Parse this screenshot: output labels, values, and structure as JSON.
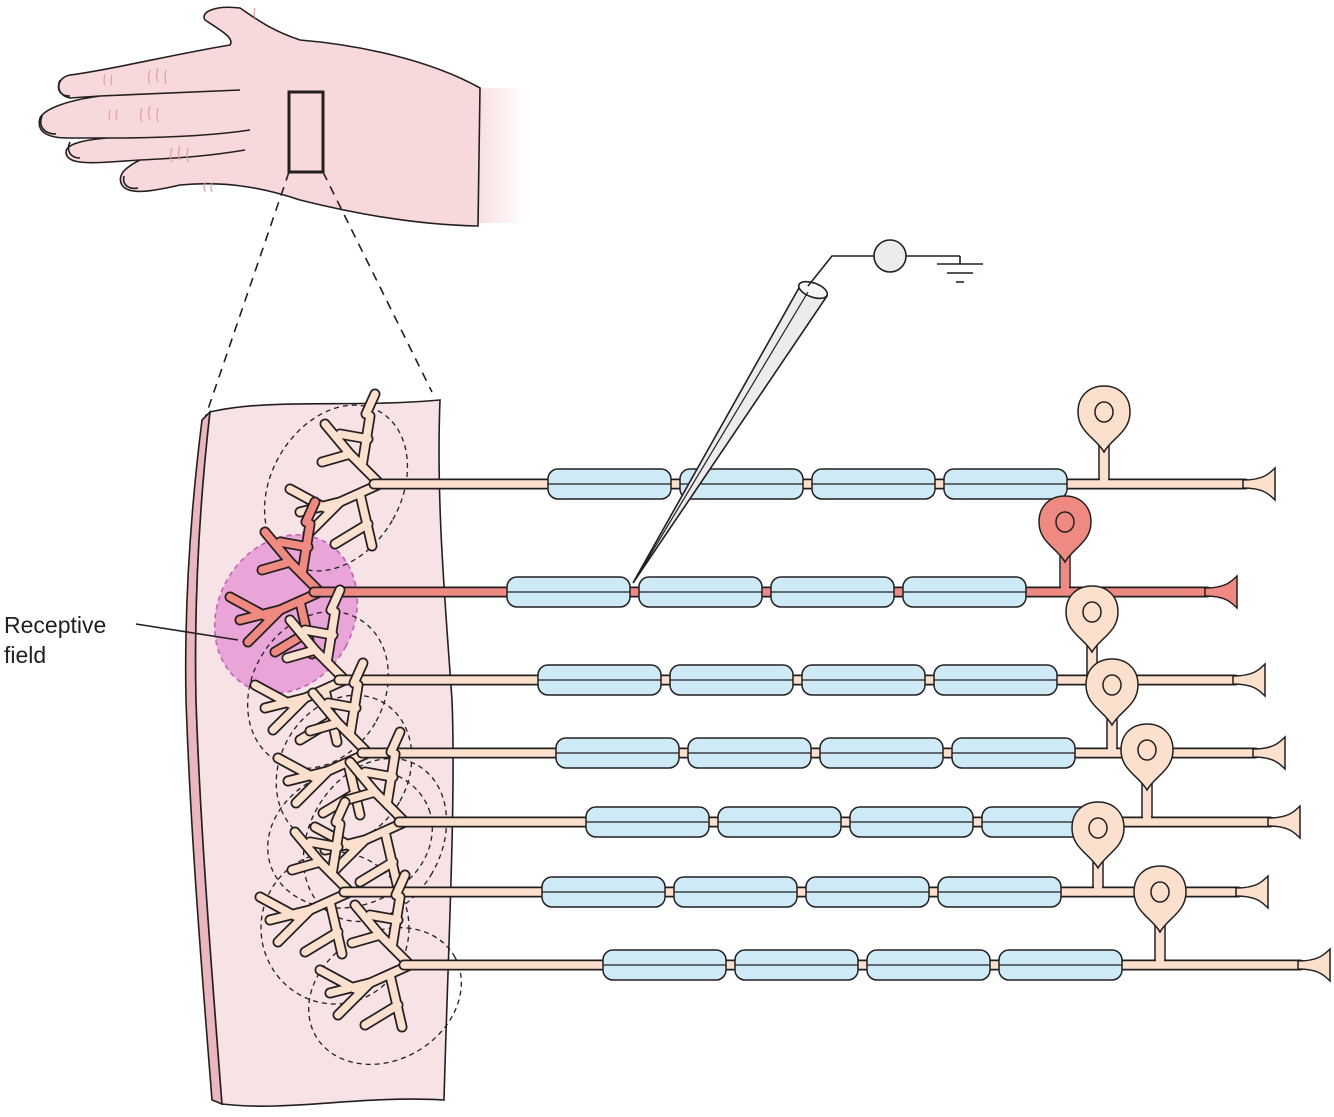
{
  "figure": {
    "label_receptive_line1": "Receptive",
    "label_receptive_line2": "field"
  },
  "colors": {
    "skin": "#f7d9dc",
    "skin_edge": "#e9b7bd",
    "neuron": "#fbe1cd",
    "neuron_active": "#ef8a82",
    "myelin": "#cdeaf6",
    "receptive_field": "#e6a0d4",
    "electrode": "#ececec",
    "outline": "#231f20"
  },
  "icons": [
    "hand-illustration",
    "recording-electrode-icon",
    "ground-symbol-icon"
  ]
}
